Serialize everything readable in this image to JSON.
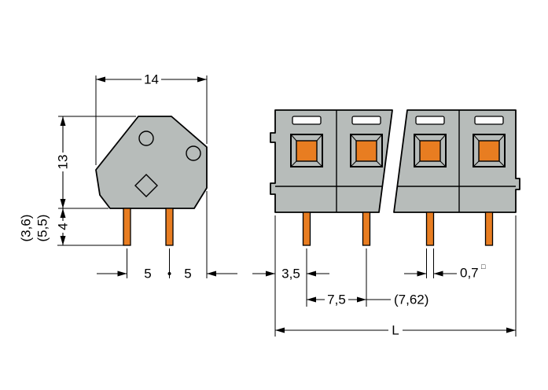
{
  "colors": {
    "background": "#ffffff",
    "housing": "#b7bcba",
    "pin_orange": "#e87d21",
    "line": "#000000"
  },
  "labels": {
    "width_top": "14",
    "height_body": "13",
    "pin_length": "4",
    "pin_length_alt1": "(3,6)",
    "pin_length_alt2": "(5,5)",
    "pin_spacing_a": "5",
    "pin_spacing_b": "5",
    "edge_to_pin": "3,5",
    "pin_width": "0,7",
    "pin_width_square": "□",
    "pole_pitch": "7,5",
    "pole_pitch_alt": "(7,62)",
    "total_length": "L"
  }
}
